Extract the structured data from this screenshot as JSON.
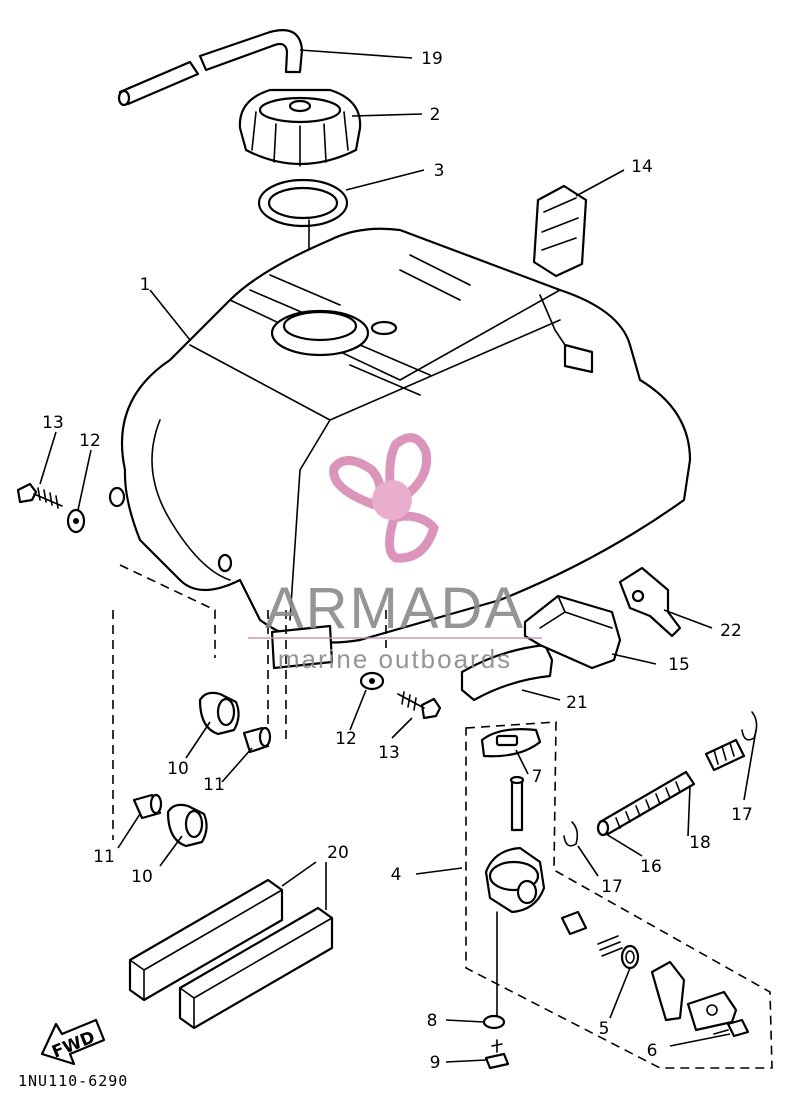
{
  "diagram": {
    "callouts": [
      "19",
      "2",
      "3",
      "14",
      "1",
      "13",
      "12",
      "10",
      "11",
      "11",
      "10",
      "20",
      "12",
      "13",
      "21",
      "15",
      "22",
      "7",
      "17",
      "18",
      "16",
      "17",
      "4",
      "5",
      "6",
      "8",
      "9"
    ],
    "fwd_label": "FWD",
    "drawing_code": "1NU110-6290"
  },
  "watermark": {
    "brand": "ARMADA",
    "tagline": "marine outboards",
    "logo_color": "#e8a6c8",
    "text_color": "#8a8a8a"
  }
}
